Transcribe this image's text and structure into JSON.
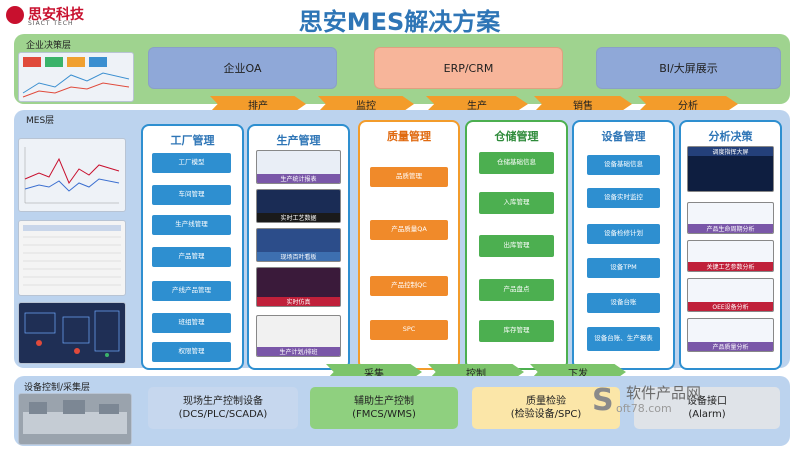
{
  "logo": {
    "name_cn": "思安科技",
    "name_en": "SIACT TECH"
  },
  "title": "思安MES解决方案",
  "layers": {
    "decision": {
      "label": "企业决策层"
    },
    "mes": {
      "label": "MES层"
    },
    "control": {
      "label": "设备控制/采集层"
    }
  },
  "decision_boxes": [
    "企业OA",
    "ERP/CRM",
    "BI/大屏展示"
  ],
  "top_arrows": [
    "排产",
    "监控",
    "生产",
    "销售",
    "分析"
  ],
  "columns": {
    "factory": {
      "title": "工厂管理",
      "items": [
        "工厂模型",
        "车间管理",
        "生产线管理",
        "产品管理",
        "产线产品管理",
        "班组管理",
        "权限管理"
      ]
    },
    "production": {
      "title": "生产管理",
      "captions": [
        "生产统计报表",
        "实时工艺数据",
        "现场百叶看板",
        "实时仿真",
        "生产计划/排班"
      ]
    },
    "quality": {
      "title": "质量管理",
      "items": [
        "品质管理",
        "产品质量QA",
        "产品控制QC",
        "SPC"
      ]
    },
    "warehouse": {
      "title": "仓储管理",
      "items": [
        "仓储基础信息",
        "入库管理",
        "出库管理",
        "产品盘点",
        "库存管理"
      ]
    },
    "equipment": {
      "title": "设备管理",
      "items": [
        "设备基础信息",
        "设备实时监控",
        "设备检修计划",
        "设备TPM",
        "设备台账",
        "设备台账、生产报表"
      ]
    },
    "analysis": {
      "title": "分析决策",
      "captions": [
        "调度指挥大屏",
        "产品生命周期分析",
        "关键工艺参数分析",
        "OEE设备分析",
        "产品质量分析"
      ]
    }
  },
  "bottom_arrows": [
    "采集",
    "控制",
    "下发"
  ],
  "control_boxes": [
    {
      "line1": "现场生产控制设备",
      "line2": "(DCS/PLC/SCADA)"
    },
    {
      "line1": "辅助生产控制",
      "line2": "(FMCS/WMS)"
    },
    {
      "line1": "质量检验",
      "line2": "(检验设备/SPC)"
    },
    {
      "line1": "设备接口",
      "line2": "(Alarm)"
    }
  ],
  "watermark": {
    "text": "软件产品网",
    "sub": "oft78.com"
  },
  "colors": {
    "decision_bg": "#9fd38f",
    "mes_bg": "#bcd3ee",
    "control_bg": "#bcd3ee",
    "blue": "#2e8fd0",
    "orange": "#f39c2b",
    "green": "#4caf50",
    "arrow": "#f39c2b"
  }
}
